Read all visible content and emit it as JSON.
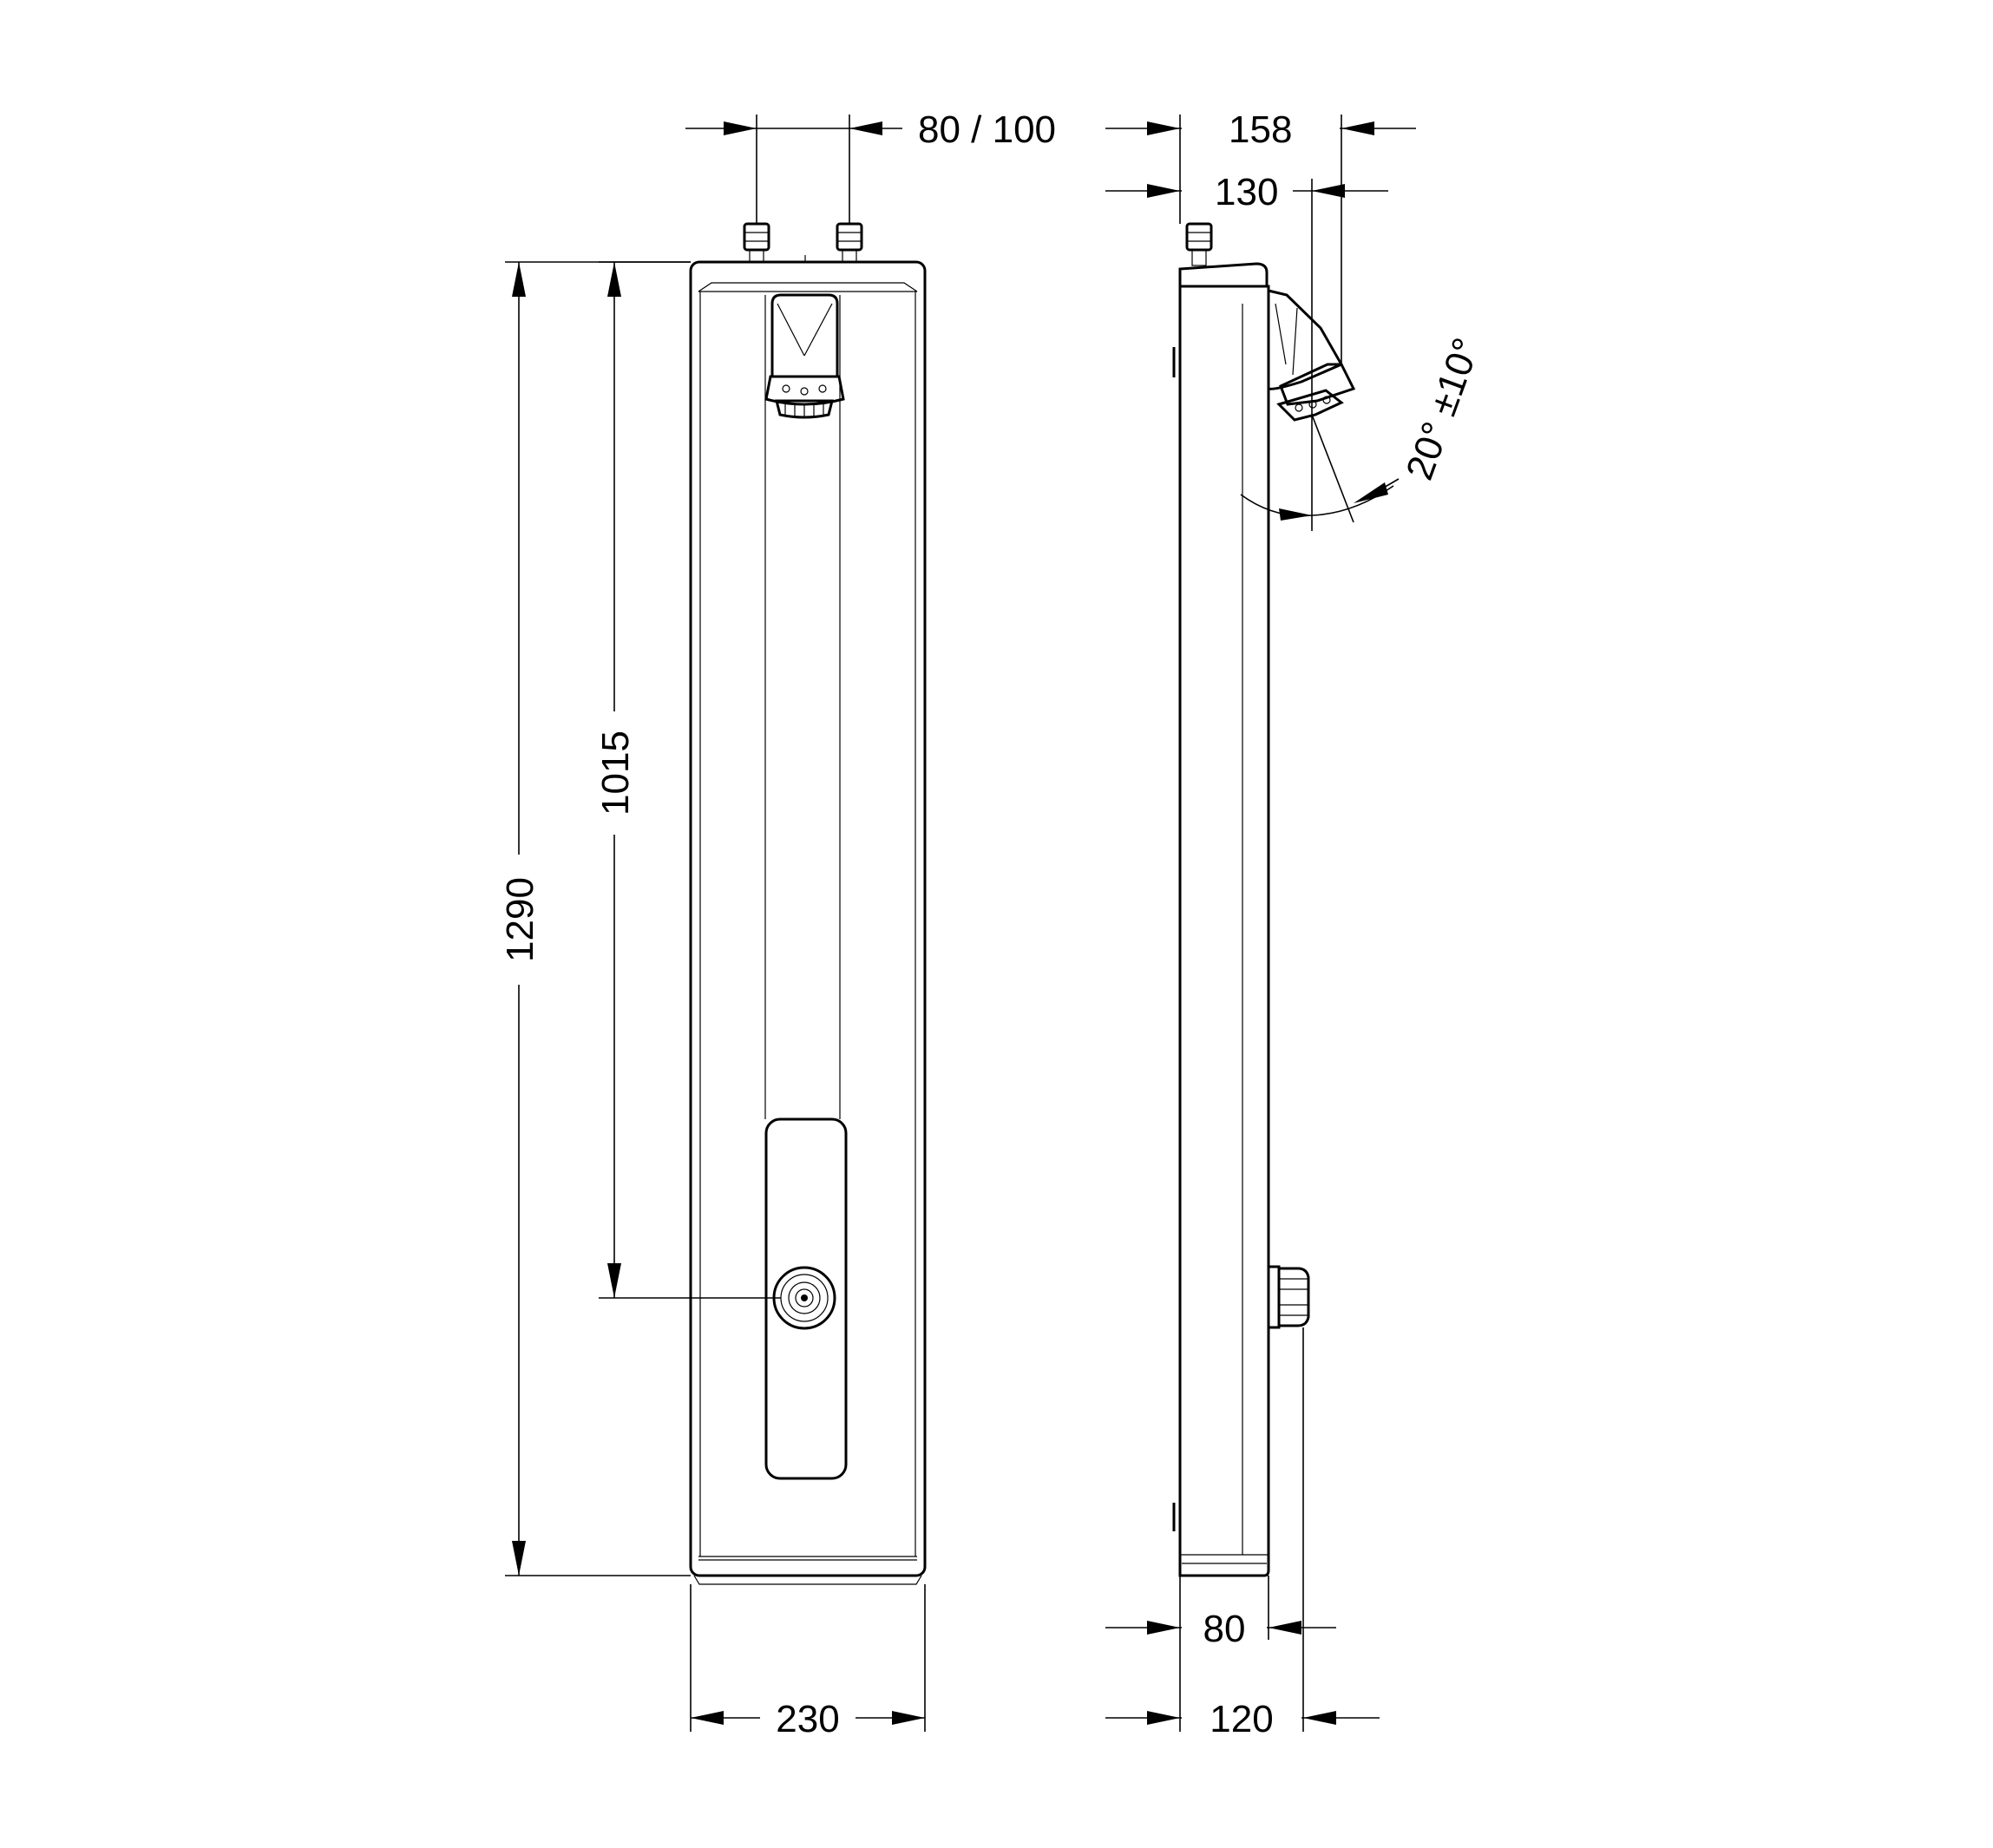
{
  "dimensions": {
    "inlet_spacing": "80 / 100",
    "side_depth_total": "158",
    "side_depth_head": "130",
    "head_angle": "20° ±10°",
    "total_height": "1290",
    "valve_height": "1015",
    "front_width": "230",
    "side_depth_valve": "80",
    "side_depth_knob": "120"
  },
  "colors": {
    "line": "#000000",
    "background": "#ffffff"
  }
}
